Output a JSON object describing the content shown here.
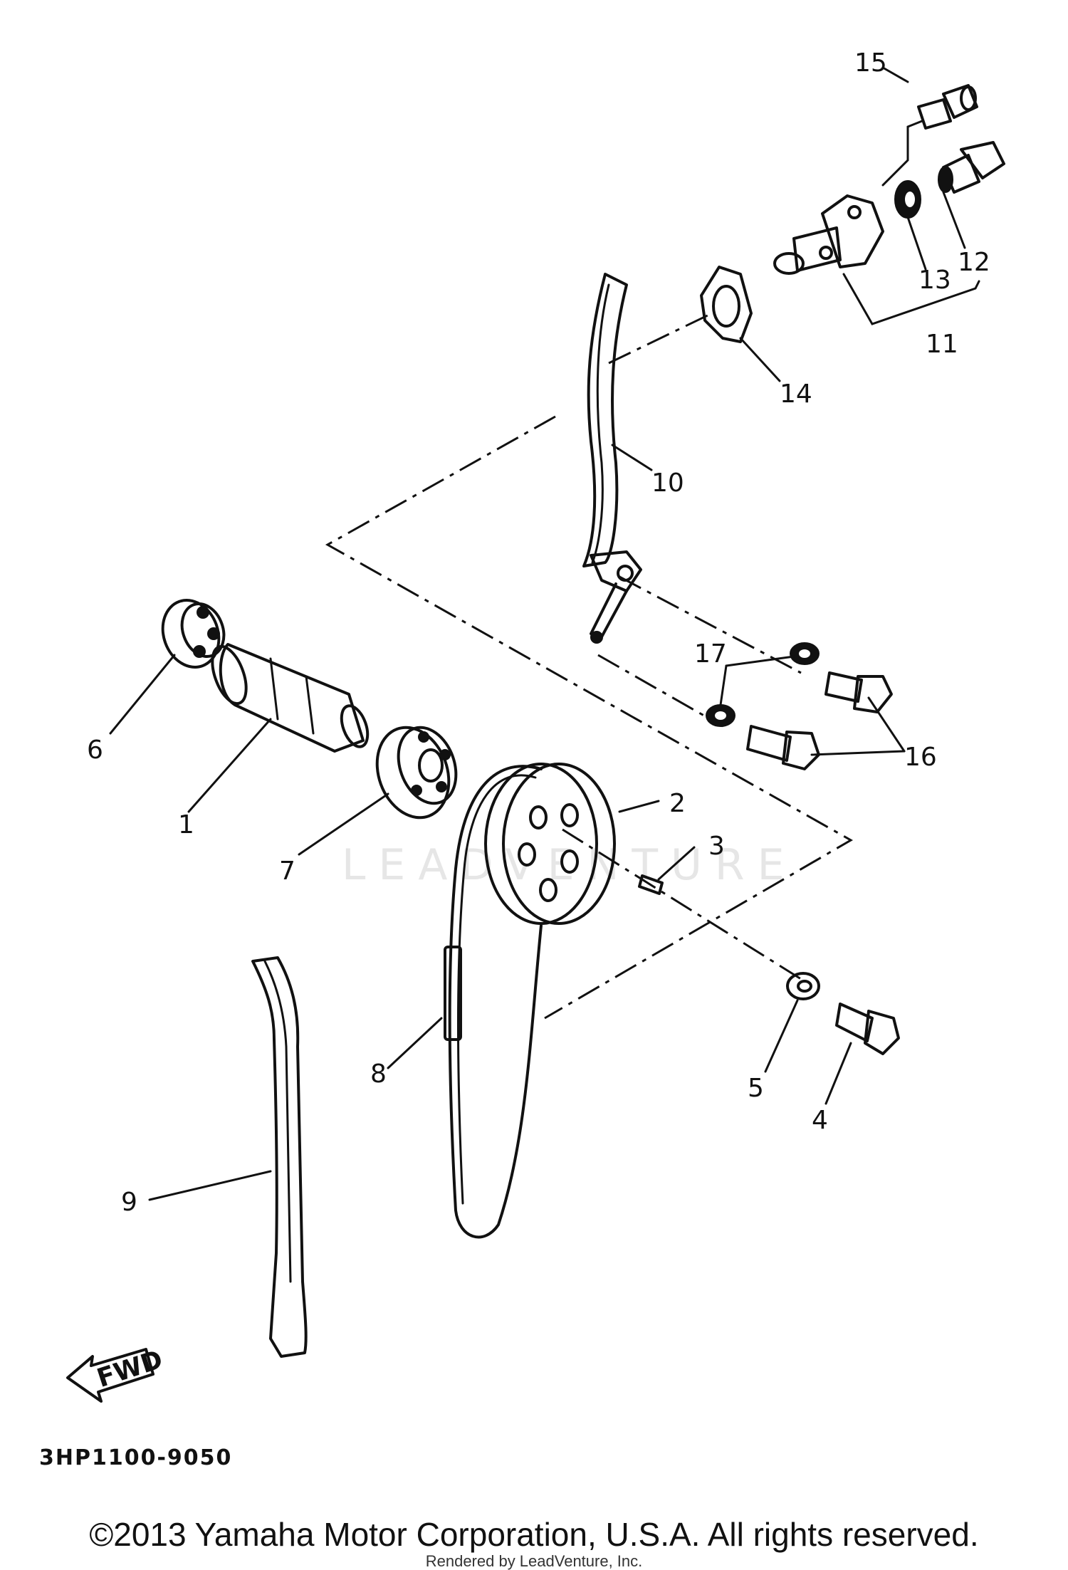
{
  "diagram": {
    "part_labels": [
      "15",
      "12",
      "13",
      "11",
      "14",
      "10",
      "17",
      "16",
      "6",
      "1",
      "7",
      "2",
      "3",
      "8",
      "5",
      "4",
      "9"
    ],
    "fwd_label": "FWD",
    "drawing_code": "3HP1100-9050",
    "watermark": "LEADVENTURE"
  },
  "footer": {
    "copyright": "©2013 Yamaha Motor Corporation, U.S.A. All rights reserved.",
    "rendered_by": "Rendered by LeadVenture, Inc."
  }
}
